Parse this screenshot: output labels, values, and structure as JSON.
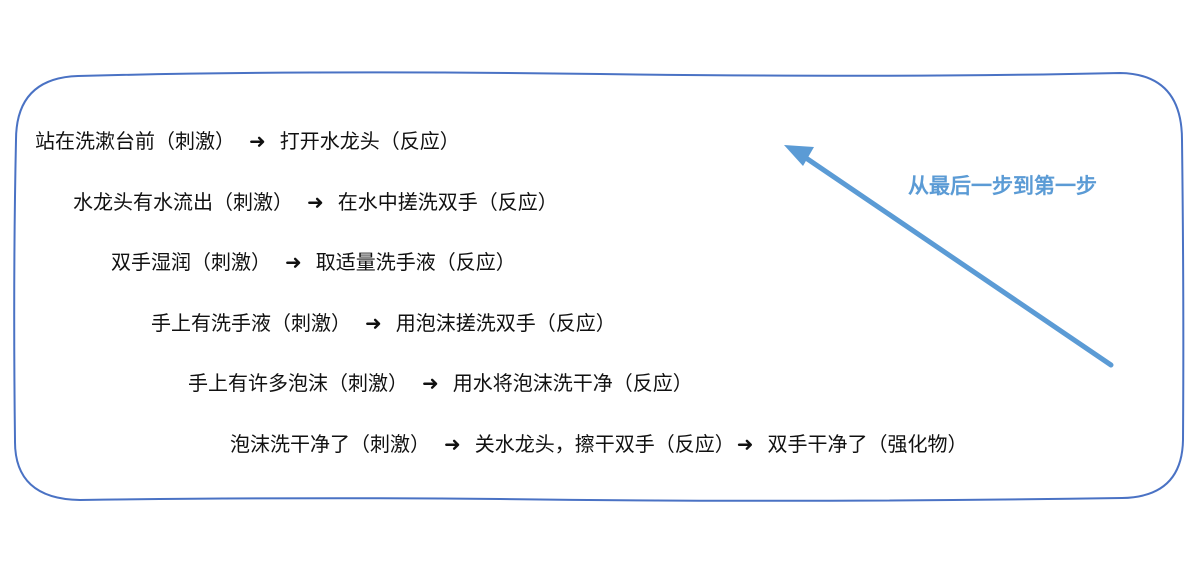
{
  "arrow_symbol": "➜",
  "steps": [
    {
      "stimulus": "站在洗漱台前（刺激）",
      "response": "打开水龙头（反应）"
    },
    {
      "stimulus": "水龙头有水流出（刺激）",
      "response": "在水中搓洗双手（反应）"
    },
    {
      "stimulus": "双手湿润（刺激）",
      "response": "取适量洗手液（反应）"
    },
    {
      "stimulus": "手上有洗手液（刺激）",
      "response": "用泡沫搓洗双手（反应）"
    },
    {
      "stimulus": "手上有许多泡沫（刺激）",
      "response": "用水将泡沫洗干净（反应）"
    },
    {
      "stimulus": "泡沫洗干净了（刺激）",
      "response": "关水龙头，擦干双手（反应）",
      "reinforcer": "双手干净了（强化物）"
    }
  ],
  "direction_label": "从最后一步到第一步",
  "colors": {
    "frame_stroke": "#4a72c4",
    "direction_arrow": "#5b9bd5",
    "direction_text": "#5b9bd5",
    "text": "#111111"
  }
}
